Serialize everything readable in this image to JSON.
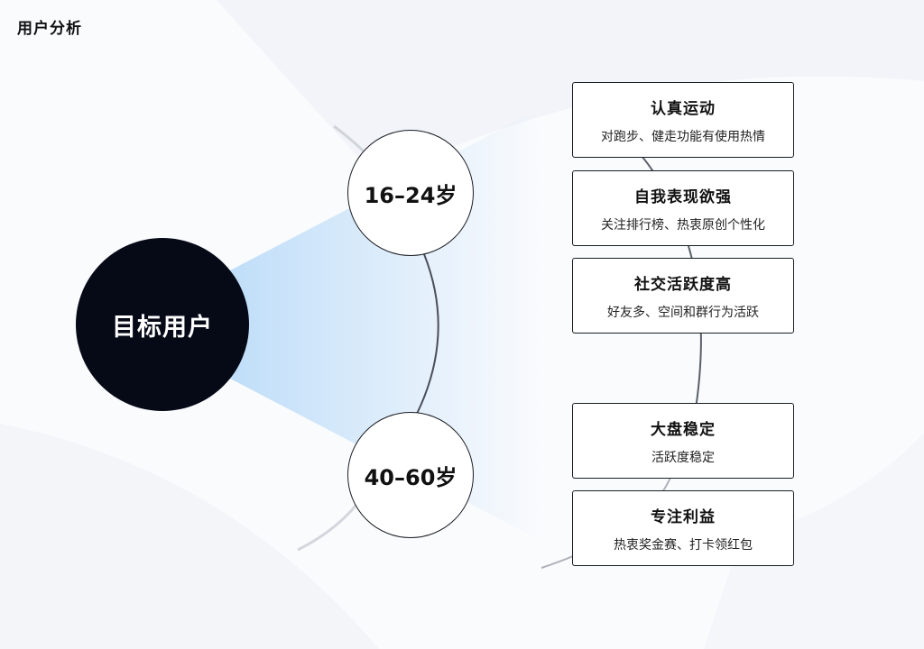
{
  "page_title": "用户分析",
  "center": {
    "label": "目标用户"
  },
  "groups": [
    {
      "age": "16–24岁",
      "traits": [
        {
          "title": "认真运动",
          "desc": "对跑步、健走功能有使用热情"
        },
        {
          "title": "自我表现欲强",
          "desc": "关注排行榜、热衷原创个性化"
        },
        {
          "title": "社交活跃度高",
          "desc": "好友多、空间和群行为活跃"
        }
      ]
    },
    {
      "age": "40–60岁",
      "traits": [
        {
          "title": "大盘稳定",
          "desc": "活跃度稳定"
        },
        {
          "title": "专注利益",
          "desc": "热衷奖金赛、打卡领红包"
        }
      ]
    }
  ],
  "colors": {
    "center_fill": "#060a17",
    "node_fill": "#ffffff",
    "stroke": "#1a1d24",
    "glow": "#4aa3f0"
  }
}
